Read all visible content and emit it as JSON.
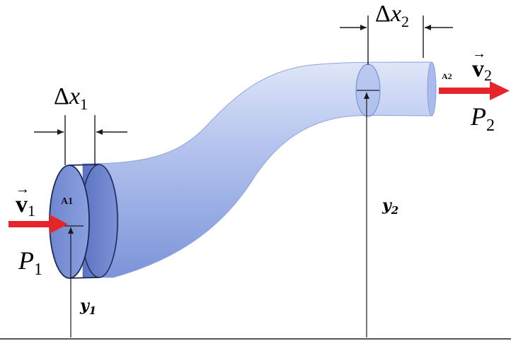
{
  "labels": {
    "dx1_delta": "Δ",
    "dx1_var": "x",
    "dx1_sub": "1",
    "dx2_delta": "Δ",
    "dx2_var": "x",
    "dx2_sub": "2",
    "v1_var": "v",
    "v1_sub": "1",
    "v1_arrow": "→",
    "v2_var": "v",
    "v2_sub": "2",
    "v2_arrow": "→",
    "p1_var": "P",
    "p1_sub": "1",
    "p2_var": "P",
    "p2_sub": "2",
    "a1": "A1",
    "a2": "A2",
    "y1_var": "y",
    "y1_sub": "1",
    "y2_var": "y",
    "y2_sub": "2"
  },
  "colors": {
    "pipe_light": "#cbd6f2",
    "pipe_mid": "#8ea4e0",
    "pipe_dark": "#6f88d2",
    "disc_face": "#7389d0",
    "disc_rim": "#5c74c4",
    "flow_arrow": "#e8242b",
    "line": "#1a1a1a"
  }
}
